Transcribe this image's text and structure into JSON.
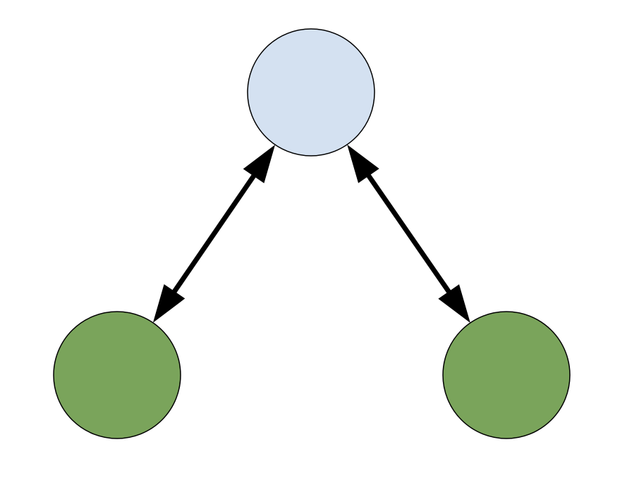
{
  "diagram": {
    "type": "node-graph",
    "colors": {
      "background": "#ffffff",
      "stroke": "#000000",
      "top_node_fill": "#d4e1f1",
      "bottom_node_fill": "#7aa45b",
      "connector": "#000000"
    },
    "nodes": [
      {
        "id": "top",
        "fill_key": "top_node_fill"
      },
      {
        "id": "bottom-left",
        "fill_key": "bottom_node_fill"
      },
      {
        "id": "bottom-right",
        "fill_key": "bottom_node_fill"
      }
    ],
    "edges": [
      {
        "from": "top",
        "to": "bottom-left",
        "direction": "bidirectional"
      },
      {
        "from": "top",
        "to": "bottom-right",
        "direction": "bidirectional"
      }
    ]
  }
}
